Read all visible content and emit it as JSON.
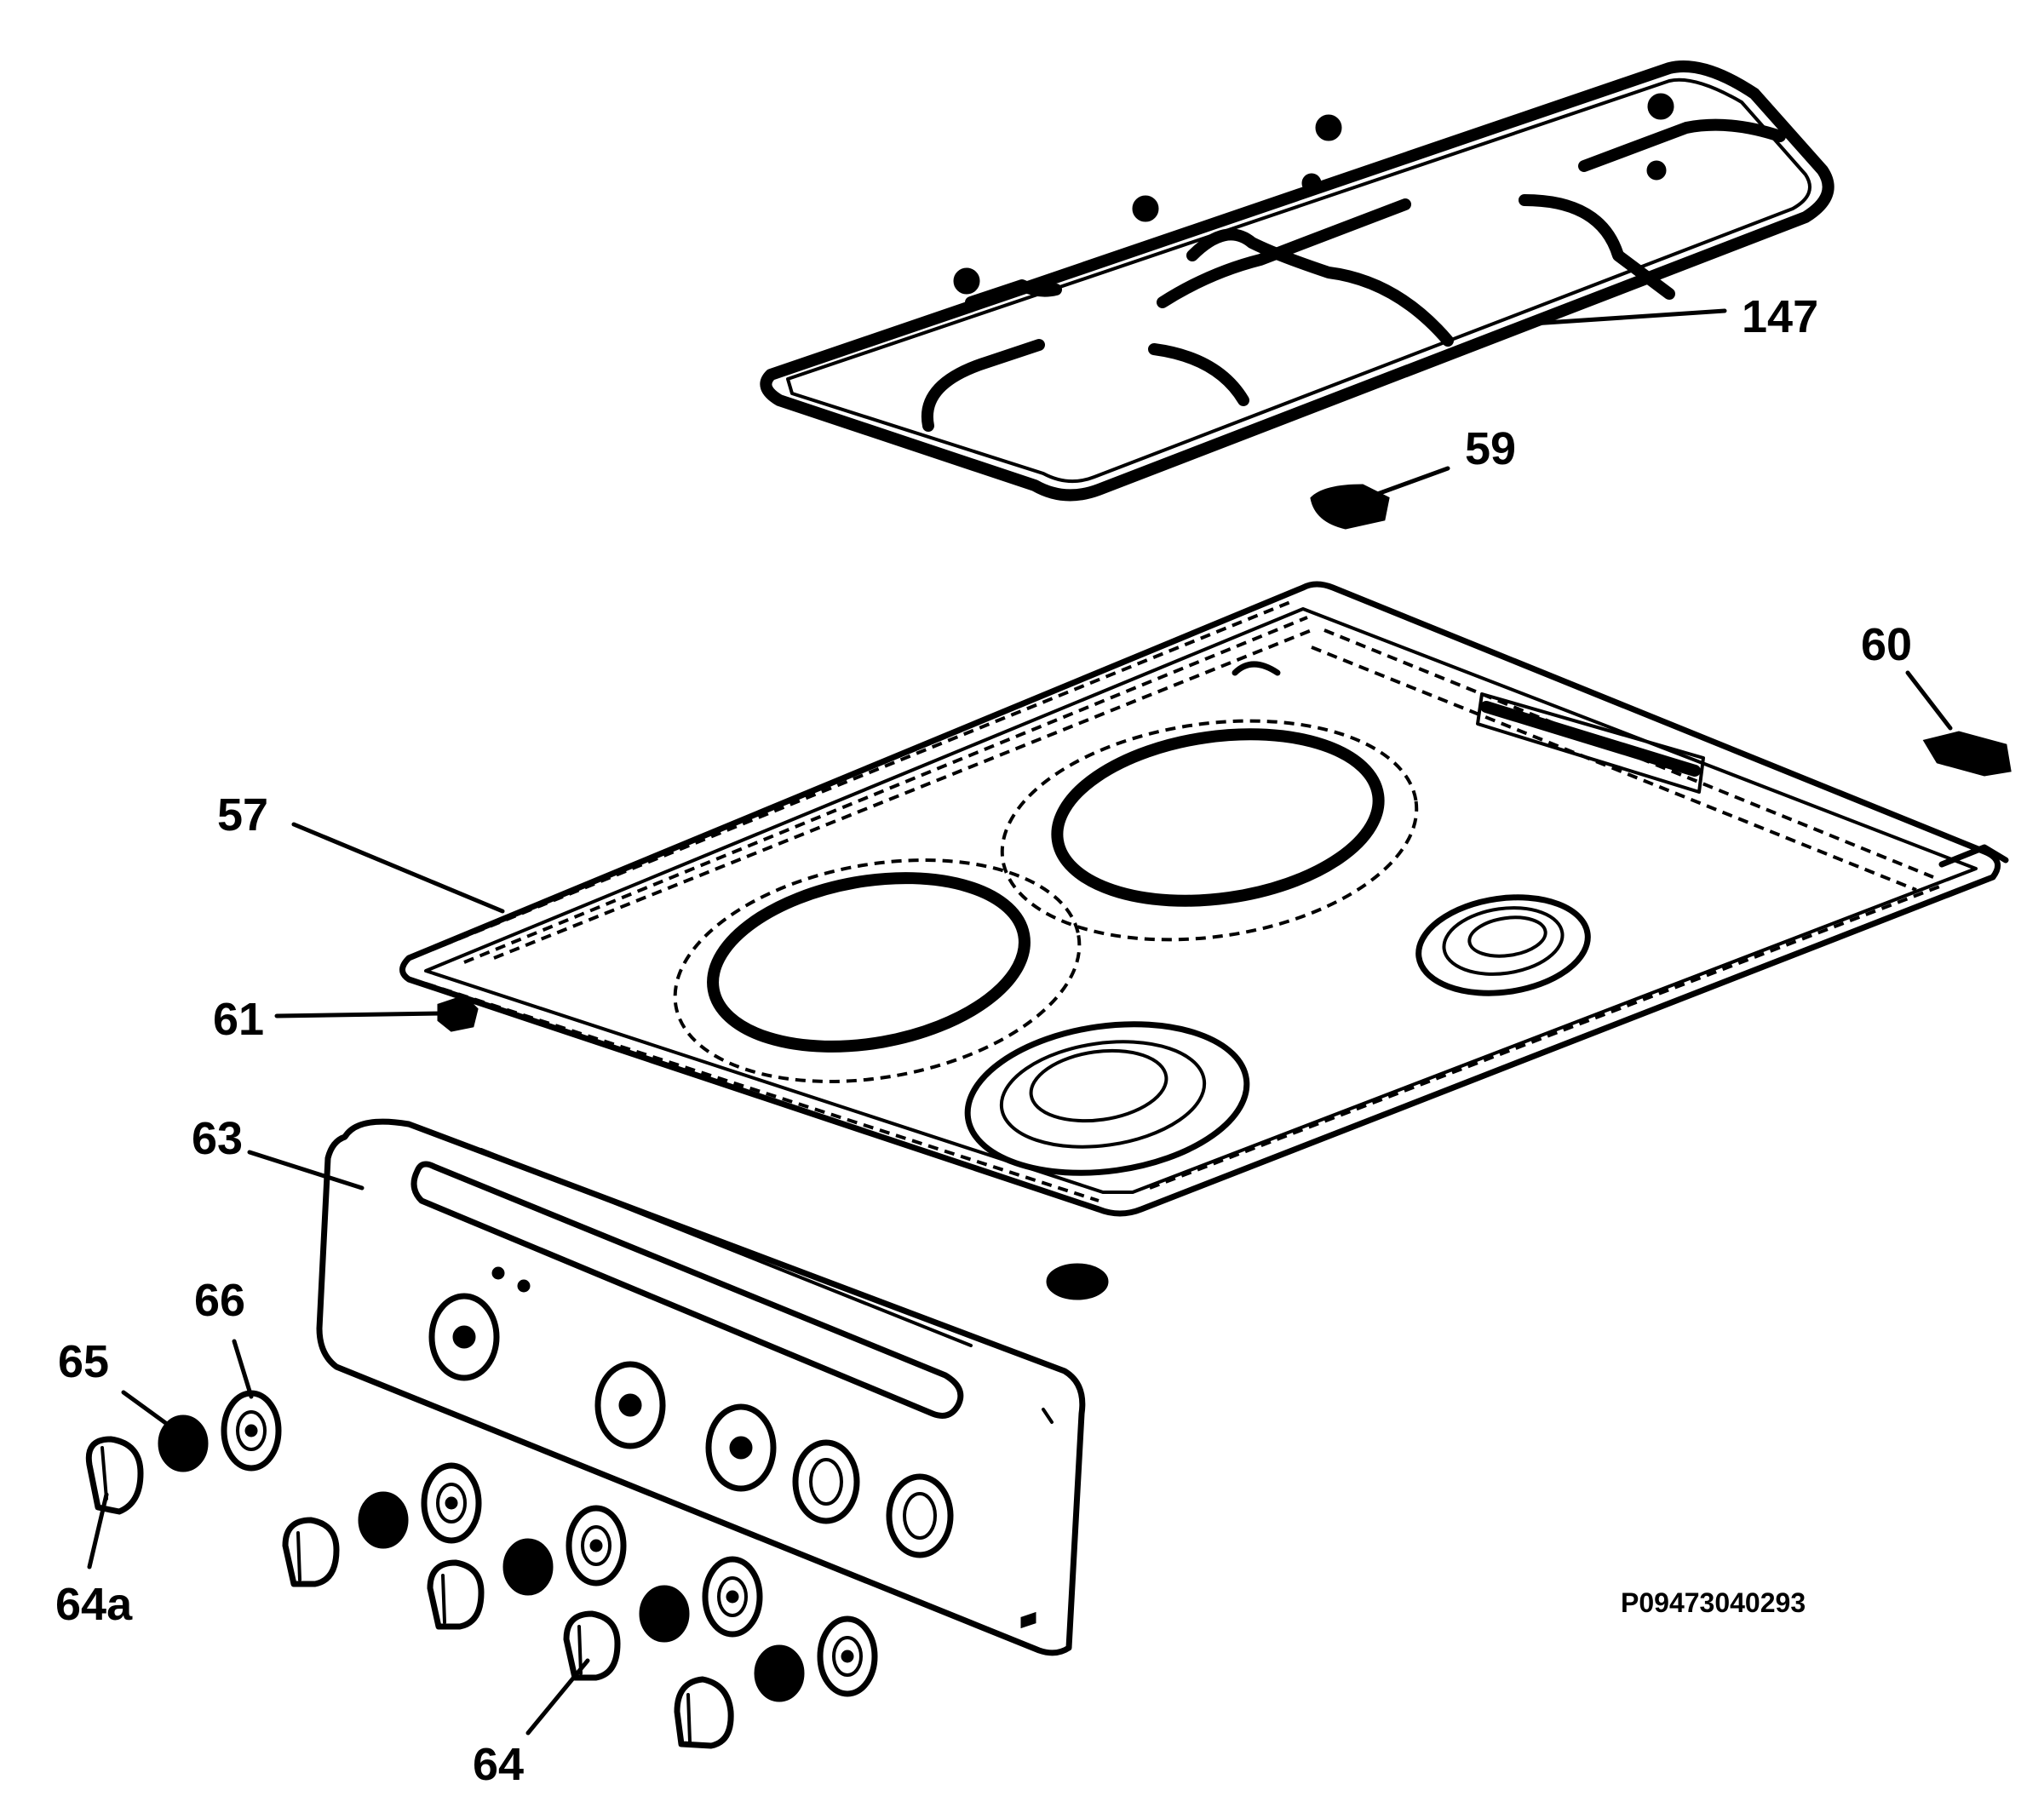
{
  "diagram_code": "P09473040293",
  "labels": {
    "grid": "147",
    "part_59": "59",
    "part_60": "60",
    "hob_top": "57",
    "part_61": "61",
    "control_panel": "63",
    "part_66": "66",
    "part_65": "65",
    "knob_a": "64a",
    "knob": "64"
  }
}
